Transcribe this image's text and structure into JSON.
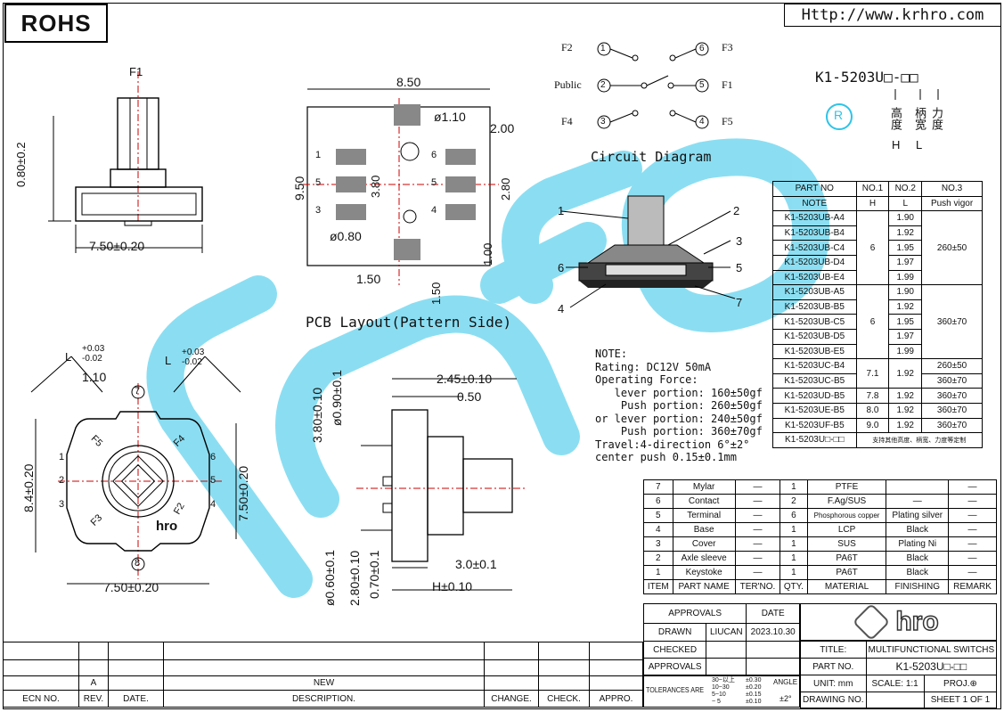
{
  "header": {
    "rohs": "ROHS",
    "url": "Http://www.krhro.com"
  },
  "side_view": {
    "f1": "F1",
    "height": "0.80±0.2",
    "width": "7.50±0.20"
  },
  "pcb": {
    "width": "8.50",
    "hole_big": "ø1.10",
    "pitch": "2.00",
    "height": "9.50",
    "inner": "3.80",
    "pad_gap": "2.80",
    "hole_small": "ø0.80",
    "pad_h": "1.00",
    "pad_w": "1.50",
    "pad_w2": "1.50",
    "pads_left": [
      "1",
      "5",
      "3"
    ],
    "pads_right": [
      "6",
      "5",
      "4"
    ],
    "caption": "PCB Layout(Pattern Side)"
  },
  "circuit": {
    "caption": "Circuit Diagram",
    "labels": {
      "f2": "F2",
      "f3": "F3",
      "public": "Public",
      "f1": "F1",
      "f4": "F4",
      "f5": "F5"
    },
    "nodes": [
      "1",
      "6",
      "2",
      "5",
      "3",
      "4"
    ]
  },
  "model": {
    "code": "K1-5203U□-□□",
    "notes_cn": [
      "高度",
      "柄宽",
      "力度"
    ],
    "notes_en": [
      "H",
      "L"
    ],
    "circle_mark": "R"
  },
  "section_labels": [
    "1",
    "2",
    "3",
    "4",
    "5",
    "6",
    "7"
  ],
  "notes": {
    "lines": [
      "NOTE:",
      "Rating: DC12V 50mA",
      "Operating Force:",
      "   lever portion: 160±50gf",
      "    Push portion: 260±50gf",
      "or lever portion: 240±50gf",
      "    Push portion: 360±70gf",
      "Travel:4-direction 6°±2°",
      "center push 0.15±0.1mm"
    ]
  },
  "part_table": {
    "headers": [
      "PART NO",
      "NO.1",
      "NO.2",
      "NO.3"
    ],
    "subheaders": [
      "NOTE",
      "H",
      "L",
      "Push vigor"
    ],
    "groups": [
      {
        "h": "6",
        "push": "260±50",
        "rows": [
          [
            "K1-5203UB-A4",
            "1.90"
          ],
          [
            "K1-5203UB-B4",
            "1.92"
          ],
          [
            "K1-5203UB-C4",
            "1.95"
          ],
          [
            "K1-5203UB-D4",
            "1.97"
          ],
          [
            "K1-5203UB-E4",
            "1.99"
          ]
        ]
      },
      {
        "h": "6",
        "push": "360±70",
        "rows": [
          [
            "K1-5203UB-A5",
            "1.90"
          ],
          [
            "K1-5203UB-B5",
            "1.92"
          ],
          [
            "K1-5203UB-C5",
            "1.95"
          ],
          [
            "K1-5203UB-D5",
            "1.97"
          ],
          [
            "K1-5203UB-E5",
            "1.99"
          ]
        ]
      }
    ],
    "special": [
      {
        "part": "K1-5203UC-B4",
        "h": "7.1",
        "l": "1.92",
        "push": "260±50"
      },
      {
        "part": "K1-5203UC-B5",
        "h": "",
        "l": "",
        "push": "360±70"
      },
      {
        "part": "K1-5203UD-B5",
        "h": "7.8",
        "l": "1.92",
        "push": "360±70"
      },
      {
        "part": "K1-5203UE-B5",
        "h": "8.0",
        "l": "1.92",
        "push": "360±70"
      },
      {
        "part": "K1-5203UF-B5",
        "h": "9.0",
        "l": "1.92",
        "push": "360±70"
      }
    ],
    "footer_part": "K1-5203U□-□□",
    "footer_note": "支持其他高度、柄宽、力度等定制"
  },
  "front_view": {
    "l_tol_left": "L",
    "tol_plus": "+0.03",
    "tol_minus": "-0.02",
    "l_tol_right": "L",
    "top": "1.10",
    "height": "8.4±0.20",
    "right_h": "7.50±0.20",
    "bottom": "7.50±0.20",
    "f5": "F5",
    "f4": "F4",
    "f3": "F3",
    "f2": "F2",
    "pins_left": [
      "1",
      "2",
      "3"
    ],
    "pins_right": [
      "6",
      "5",
      "4"
    ],
    "pin_top": "7",
    "pin_bottom": "8",
    "logo": "hro"
  },
  "side_view2": {
    "d1": "3.80±0.10",
    "d2": "ø0.90±0.1",
    "d3": "2.45±0.10",
    "d4": "0.50",
    "d5": "ø0.60±0.1",
    "d6": "2.80±0.10",
    "d7": "0.70±0.1",
    "d8": "3.0±0.1",
    "d9": "H±0.10"
  },
  "bom": {
    "rows": [
      [
        "7",
        "Mylar",
        "1",
        "PTFE",
        "",
        ""
      ],
      [
        "6",
        "Contact",
        "2",
        "F.Ag/SUS",
        "",
        ""
      ],
      [
        "5",
        "Terminal",
        "6",
        "Phosphorous copper",
        "Plating silver",
        ""
      ],
      [
        "4",
        "Base",
        "1",
        "LCP",
        "Black",
        ""
      ],
      [
        "3",
        "Cover",
        "1",
        "SUS",
        "Plating Ni",
        ""
      ],
      [
        "2",
        "Axle sleeve",
        "1",
        "PA6T",
        "Black",
        ""
      ],
      [
        "1",
        "Keystoke",
        "1",
        "PA6T",
        "Black",
        ""
      ]
    ],
    "headers": [
      "ITEM",
      "PART NAME",
      "TER'NO.",
      "QTY.",
      "MATERIAL",
      "FINISHING",
      "REMARK"
    ]
  },
  "title_block": {
    "approvals": "APPROVALS",
    "date": "DATE",
    "drawn": "DRAWN",
    "drawn_by": "LIUCAN",
    "drawn_date": "2023.10.30",
    "checked": "CHECKED",
    "approvals2": "APPROVALS",
    "tolerances": "TOLERANCES ARE",
    "tol_rows": [
      [
        "30~以上",
        "±0.30"
      ],
      [
        "10~30",
        "±0.20"
      ],
      [
        "5~10",
        "±0.15"
      ],
      [
        "~ 5",
        "±0.10"
      ]
    ],
    "angle": "ANGLE",
    "angle_val": "±2°",
    "title_label": "TITLE:",
    "title": "MULTIFUNCTIONAL  SWITCHS",
    "part_no_label": "PART  NO.",
    "part_no": "K1-5203U□-□□",
    "unit": "UNIT:  mm",
    "scale": "SCALE:",
    "scale_val": "1:1",
    "proj": "PROJ.",
    "drawing_no": "DRAWING  NO.",
    "sheet": "SHEET   1  OF  1",
    "logo": "hro"
  },
  "revision": {
    "rev": "A",
    "headers": [
      "ECN NO.",
      "REV.",
      "DATE.",
      "DESCRIPTION.",
      "CHANGE.",
      "CHECK.",
      "APPRO."
    ],
    "new": "NEW"
  }
}
